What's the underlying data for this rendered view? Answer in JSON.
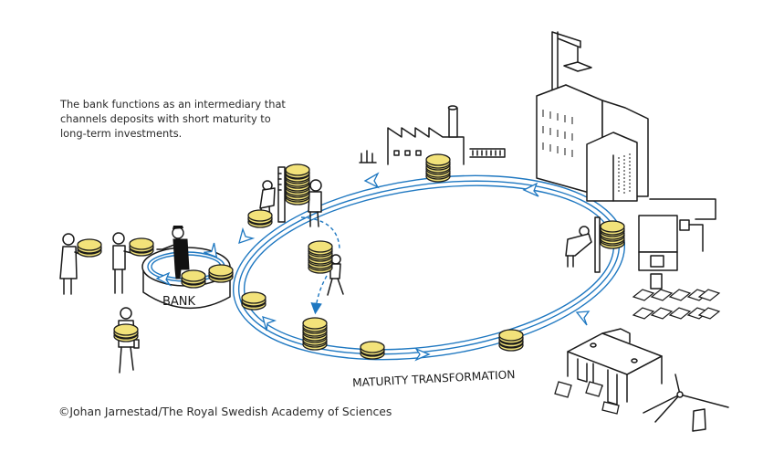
{
  "description": {
    "lines": [
      "The bank functions as an intermediary that",
      "channels deposits with short maturity to",
      "long-term investments."
    ]
  },
  "labels": {
    "bank": "BANK",
    "cycle": "MATURITY TRANSFORMATION"
  },
  "credit": "©Johan Jarnestad/The Royal Swedish Academy of Sciences",
  "colors": {
    "coin_fill": "#f2e27a",
    "coin_stroke": "#1a1a1a",
    "flow_arrow": "#1f78c1",
    "ink": "#1a1a1a",
    "background": "#ffffff"
  },
  "illustration": {
    "depositors": [
      "depositor-woman",
      "depositor-man",
      "depositor-walking"
    ],
    "intermediary": "bank-teller",
    "investments": [
      "factory",
      "office-buildings-with-crane",
      "car-factory",
      "industrial-plant-with-wind-turbine"
    ],
    "icons": [
      "coin-stack-icon",
      "flow-arrow-icon",
      "dashed-arrow-icon",
      "measuring-ruler-icon"
    ]
  }
}
